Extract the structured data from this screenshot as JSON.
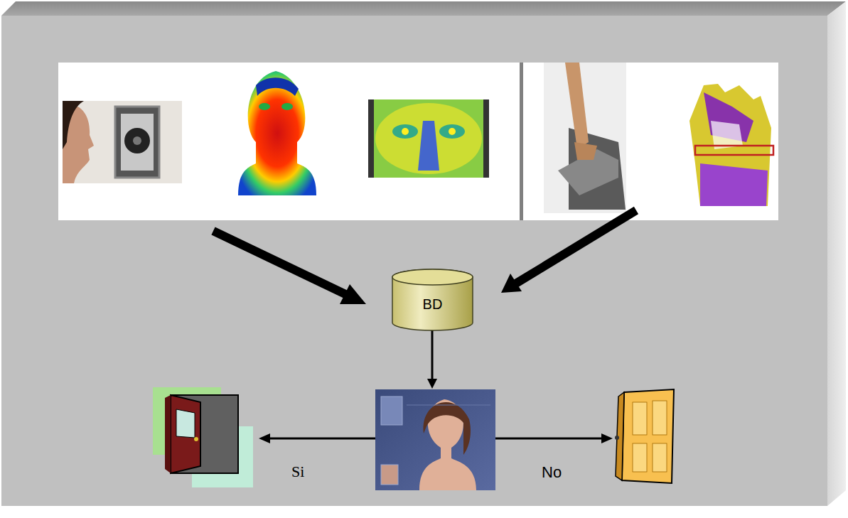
{
  "diagram": {
    "nodes": [
      {
        "text": [
          "BD"
        ]
      }
    ],
    "labels": [
      "Si",
      "No"
    ]
  }
}
